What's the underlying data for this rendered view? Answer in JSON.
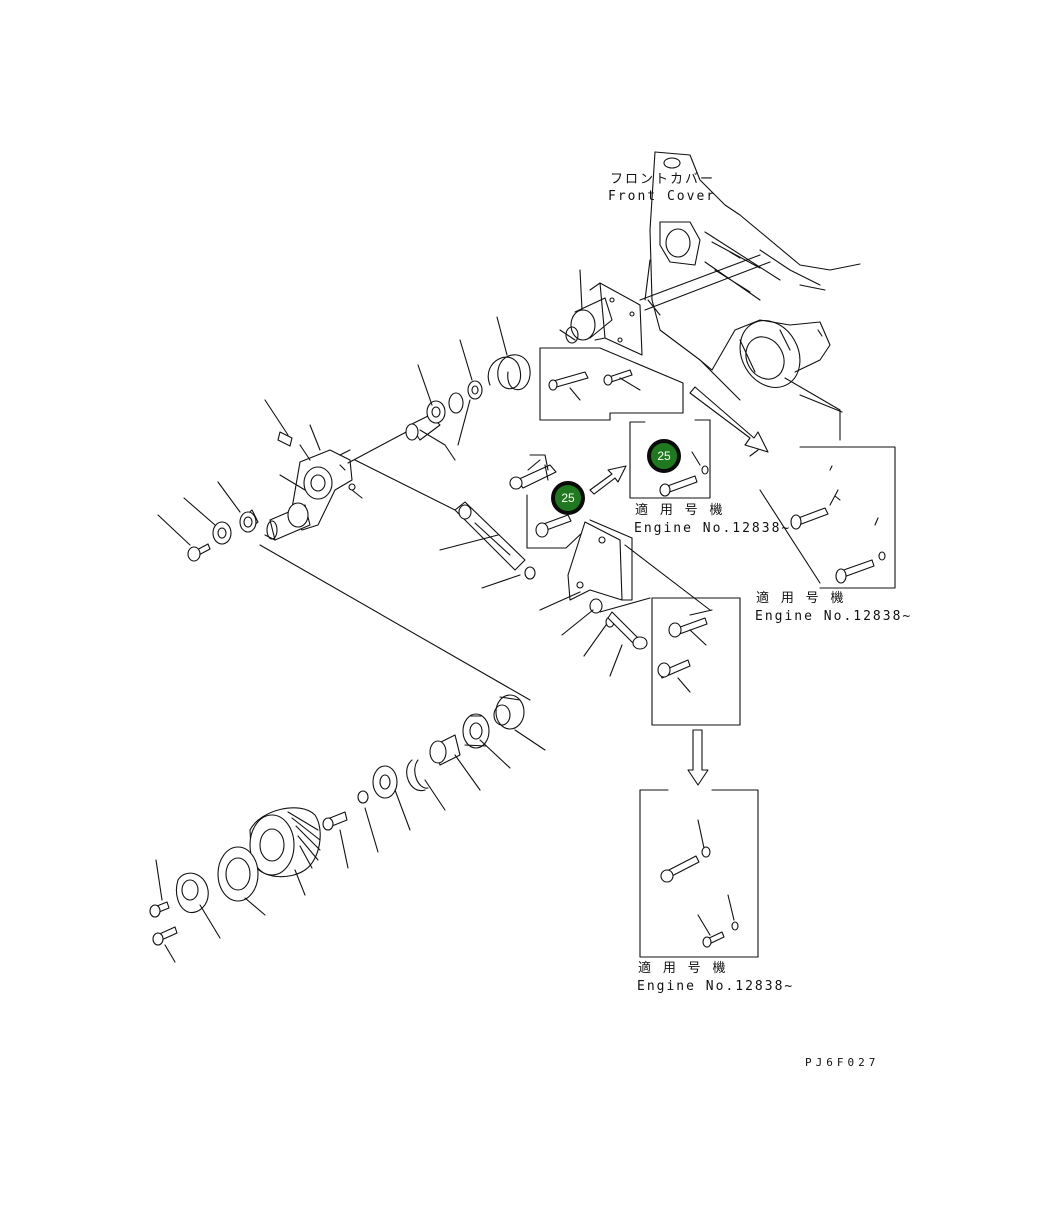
{
  "labels": {
    "front_cover_jp": "フロントカバー",
    "front_cover_en": "Front Cover",
    "applicable_jp": "適 用 号 機",
    "applicable_en": "Engine No.12838~",
    "figure_code": "PJ6F027"
  },
  "callouts": [
    {
      "id": "callout-a",
      "label": "25"
    },
    {
      "id": "callout-b",
      "label": "25"
    }
  ],
  "colors": {
    "callout_fill": "#1f7a1f",
    "callout_border": "#0b0b0b",
    "line": "#111111"
  }
}
